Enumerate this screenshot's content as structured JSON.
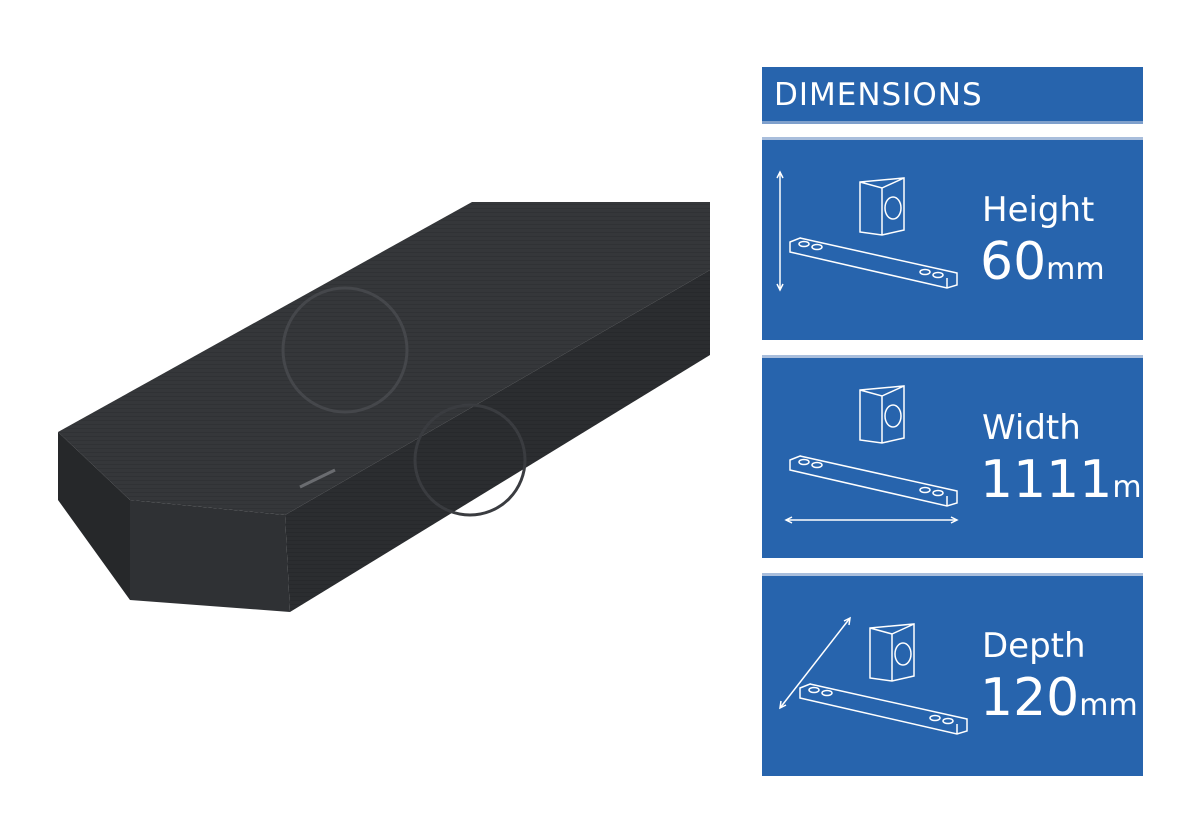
{
  "header": {
    "title": "DIMENSIONS"
  },
  "dimensions": [
    {
      "label": "Height",
      "value": "60",
      "unit": "mm"
    },
    {
      "label": "Width",
      "value": "1111",
      "unit": "mm"
    },
    {
      "label": "Depth",
      "value": "120",
      "unit": "mm"
    }
  ],
  "colors": {
    "panel": "#2764ad",
    "product": "#2e3033"
  }
}
